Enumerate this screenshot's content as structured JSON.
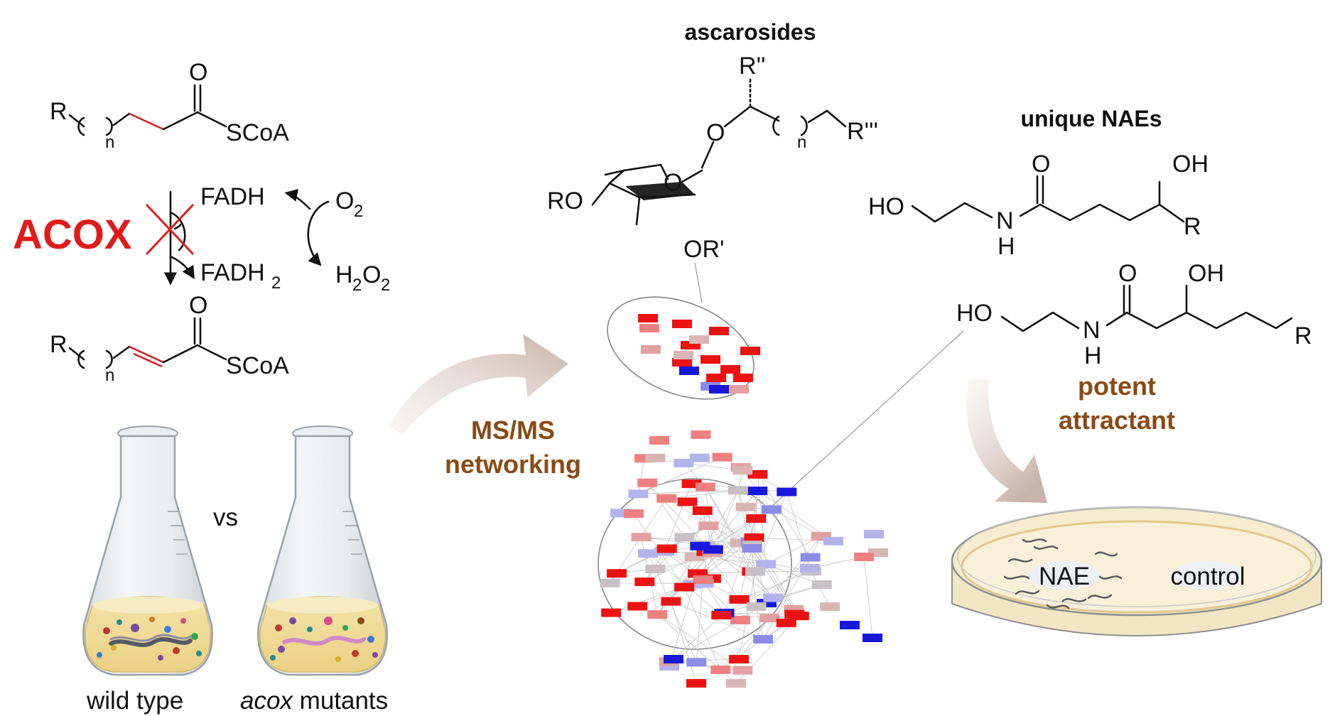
{
  "reaction": {
    "top_R": "R",
    "top_n": "n",
    "top_O": "O",
    "top_SCoA": "SCoA",
    "enzyme": "ACOX",
    "cofactor_in": "FADH",
    "cofactor_out": "FADH",
    "cofactor_out_sub": "2",
    "o2": "O",
    "o2_sub": "2",
    "h2o2_h": "H",
    "h2o2_2a": "2",
    "h2o2_o": "O",
    "h2o2_2b": "2",
    "bot_R": "R",
    "bot_n": "n",
    "bot_O": "O",
    "bot_SCoA": "SCoA"
  },
  "flasks": {
    "vs": "vs",
    "left_label": "wild type",
    "right_label_italic": "acox",
    "right_label_rest": " mutants"
  },
  "middle": {
    "ms_line1": "MS/MS",
    "ms_line2": "networking",
    "ascarosides_title": "ascarosides",
    "asc_R2": "R''",
    "asc_O_link": "O",
    "asc_n": "n",
    "asc_R3": "R'''",
    "asc_RO": "RO",
    "asc_ring_O": "O",
    "asc_OR1": "OR'"
  },
  "right": {
    "nae_title": "unique NAEs",
    "nae1_HO": "HO",
    "nae1_N": "N",
    "nae1_H": "H",
    "nae1_O": "O",
    "nae1_OH": "OH",
    "nae1_R": "R",
    "nae2_HO": "HO",
    "nae2_N": "N",
    "nae2_H": "H",
    "nae2_O": "O",
    "nae2_OH": "OH",
    "nae2_R": "R",
    "potent_line1": "potent",
    "potent_line2": "attractant",
    "dish_nae": "NAE",
    "dish_control": "control"
  },
  "colors": {
    "red_accent": "#e01b1b",
    "brown_text": "#8a4b14",
    "network_red": "#ee1111",
    "network_blue": "#1818dd",
    "network_grey": "#c8c0c4"
  }
}
